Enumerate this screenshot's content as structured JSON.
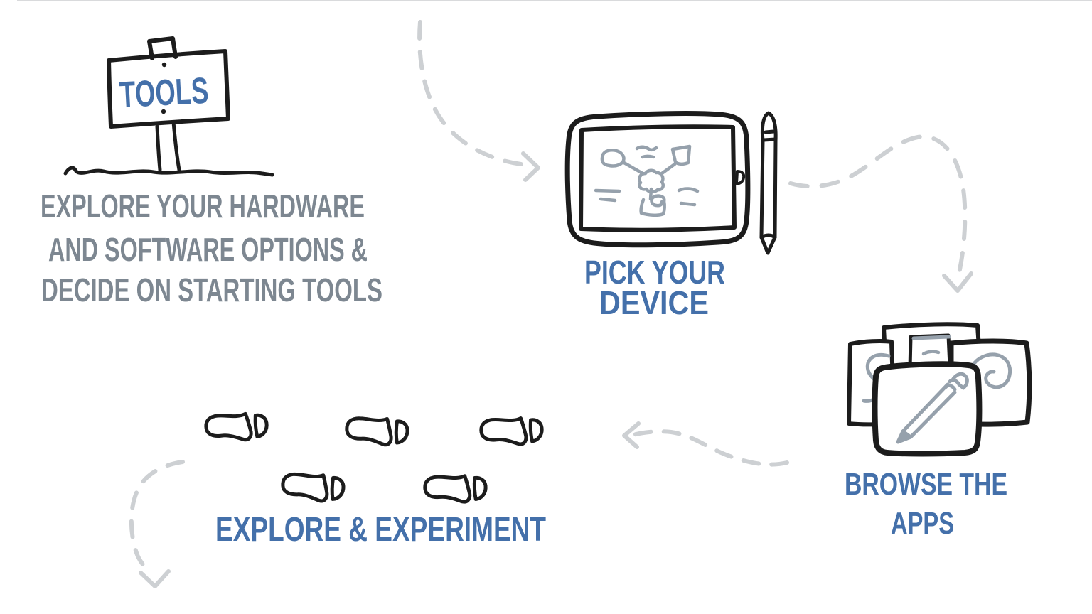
{
  "colors": {
    "background": "#ffffff",
    "ink": "#1c1c1c",
    "blue": "#4470aa",
    "gray_text": "#7d8791",
    "sketch_gray": "#96a1ac",
    "arrow_gray": "#cdd0d3"
  },
  "sign": {
    "label": "TOOLS"
  },
  "note": {
    "lines": [
      "EXPLORE YOUR HARDWARE",
      "AND SOFTWARE OPTIONS &",
      "DECIDE ON STARTING TOOLS"
    ]
  },
  "steps": {
    "pick_device": {
      "lines": [
        "PICK YOUR",
        "DEVICE"
      ]
    },
    "browse_apps": {
      "lines": [
        "BROWSE THE",
        "APPS"
      ]
    },
    "explore_experiment": {
      "label": "EXPLORE & EXPERIMENT"
    }
  }
}
